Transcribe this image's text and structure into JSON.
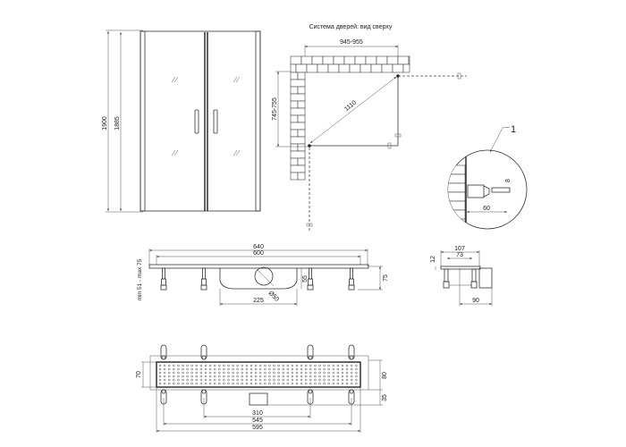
{
  "front_view": {
    "height_total": "1900",
    "height_door": "1885"
  },
  "top_view": {
    "title": "Система дверей: вид сверху",
    "width_range": "945-955",
    "depth_range": "745-755",
    "diagonal": "1110"
  },
  "detail": {
    "callout": "1",
    "width": "60",
    "gap": "8"
  },
  "drain_side": {
    "length_total": "640",
    "length_inner": "600",
    "adjust_range": "min 51 - max 75",
    "outlet_diameter": "Ø50",
    "outlet_height": "55",
    "height": "75",
    "body_length": "225"
  },
  "drain_end": {
    "width_total": "107",
    "width_inner": "73",
    "flange": "12",
    "outlet_offset": "90"
  },
  "drain_top": {
    "width_grate": "70",
    "width_total": "80",
    "outlet_depth": "35",
    "span_inner": "310",
    "span_mid": "545",
    "span_outer": "595"
  }
}
